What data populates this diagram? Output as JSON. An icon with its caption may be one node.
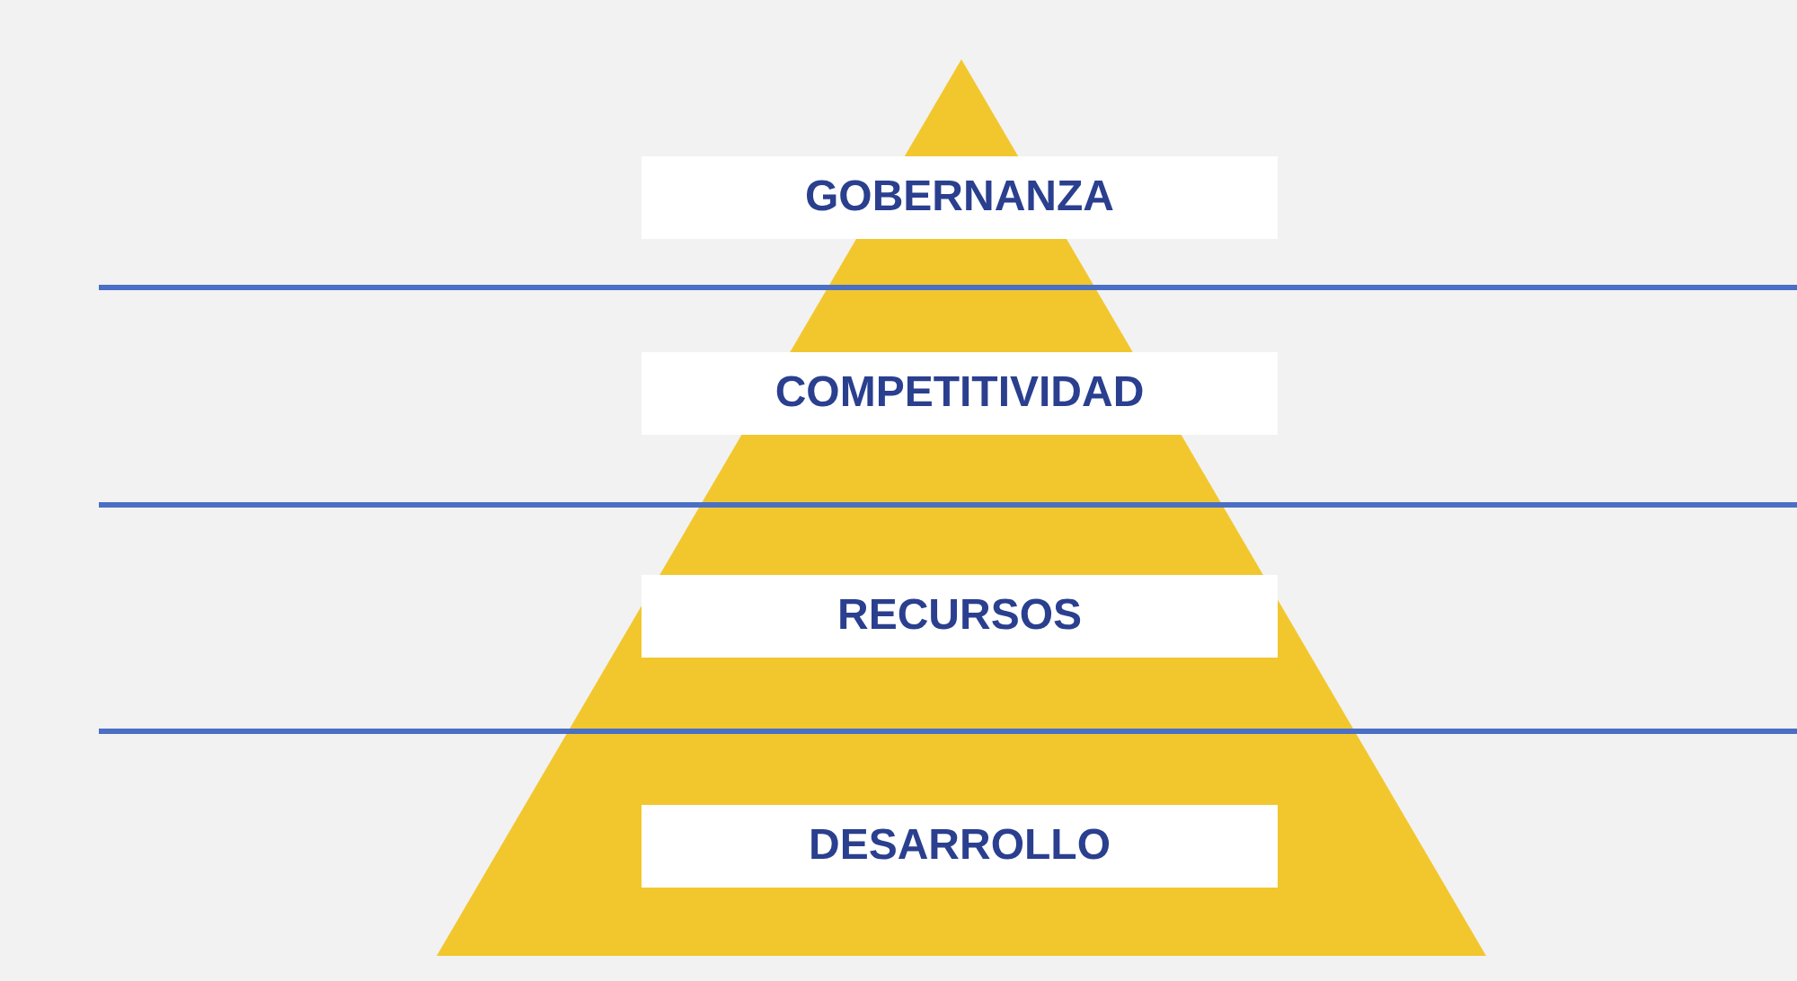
{
  "diagram": {
    "nodes": [
      {
        "text": [
          "GOBERNANZA"
        ]
      },
      {
        "text": [
          "COMPETITIVIDAD"
        ]
      },
      {
        "text": [
          "RECURSOS"
        ]
      },
      {
        "text": [
          "DESARROLLO"
        ]
      }
    ]
  }
}
